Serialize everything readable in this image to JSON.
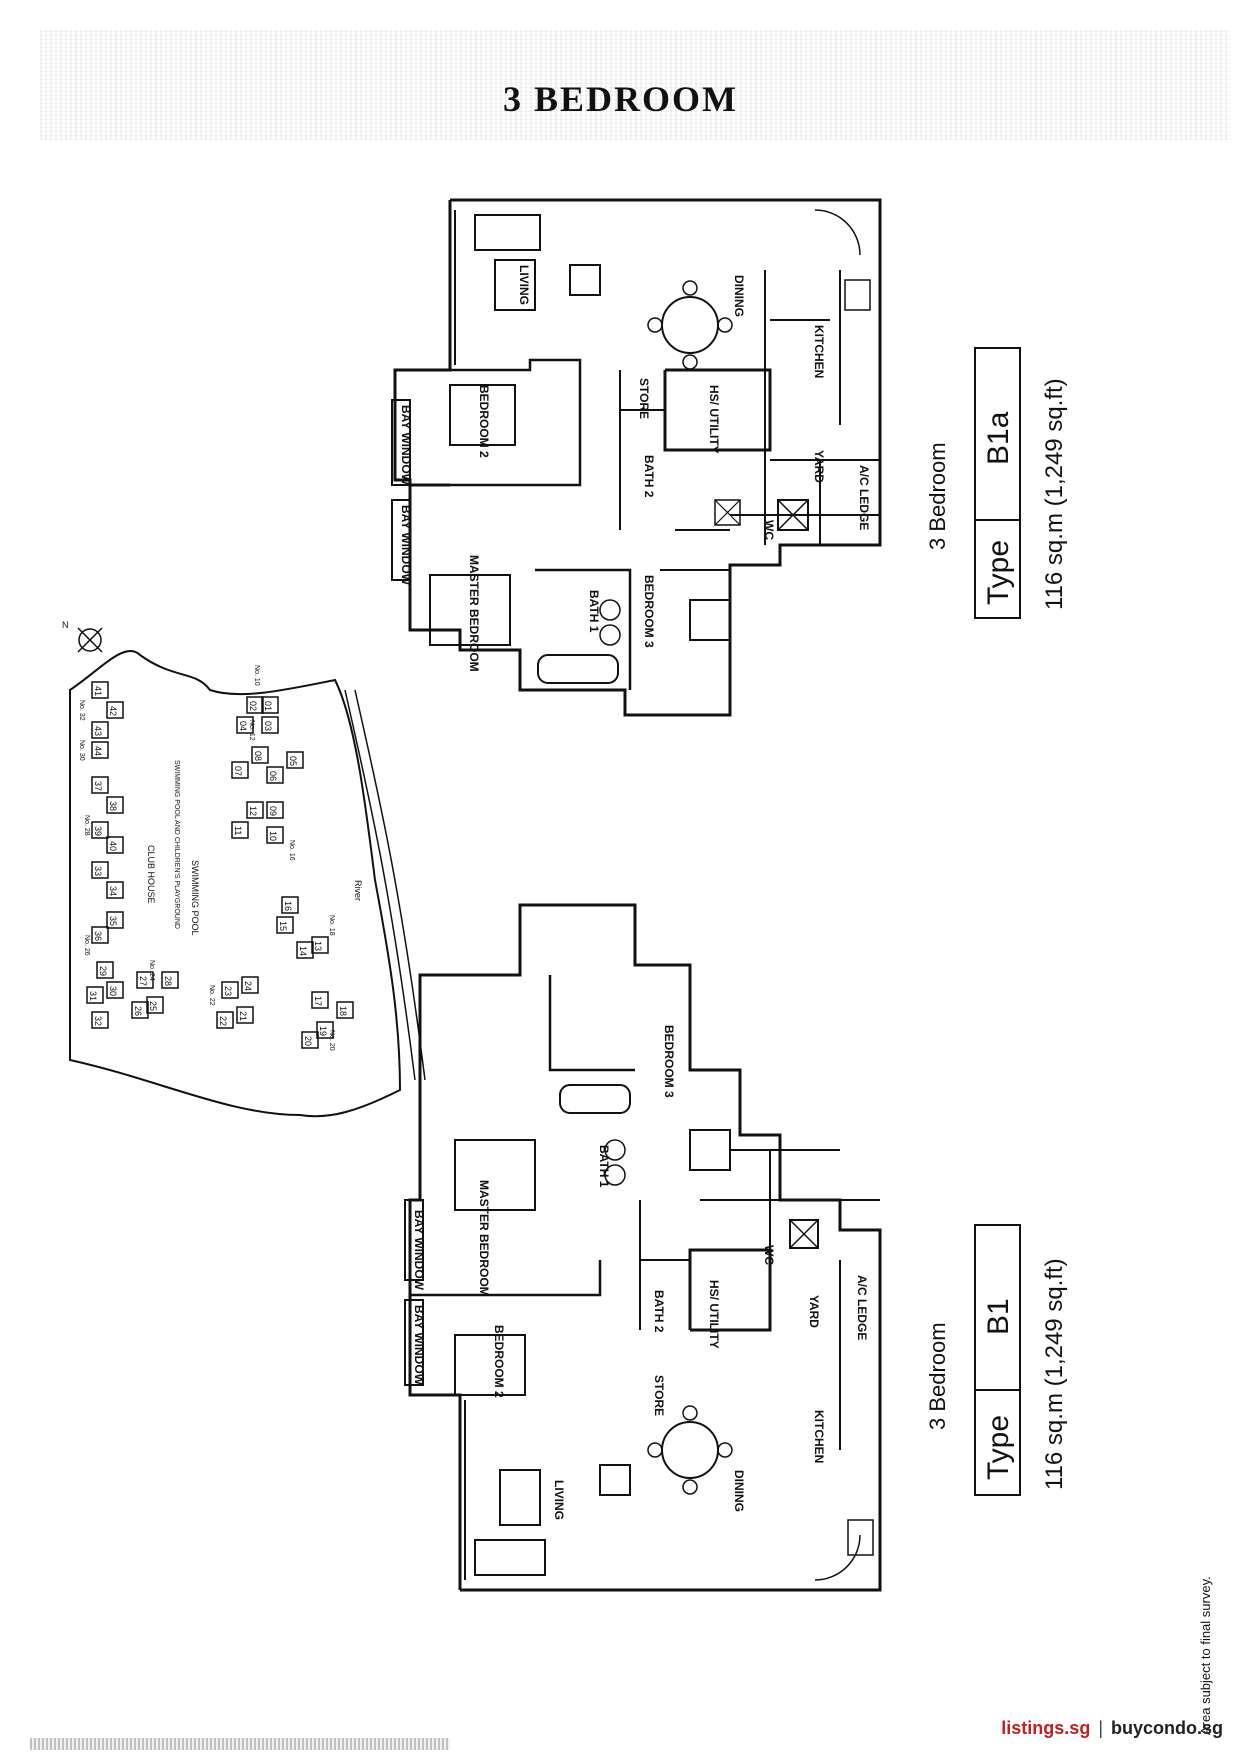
{
  "page_title": "3 BEDROOM",
  "site_plan": {
    "blocks": [
      "01",
      "02",
      "03",
      "04",
      "05",
      "06",
      "07",
      "08",
      "09",
      "10",
      "11",
      "12",
      "13",
      "14",
      "15",
      "16",
      "17",
      "18",
      "19",
      "20",
      "21",
      "22",
      "23",
      "24",
      "25",
      "26",
      "27",
      "28",
      "29",
      "30",
      "31",
      "32",
      "33",
      "34",
      "35",
      "36",
      "37",
      "38",
      "39",
      "40",
      "41",
      "42",
      "43",
      "44"
    ],
    "labels": {
      "river": "River",
      "club_house": "CLUB HOUSE",
      "swimming_pool": "SWIMMING POOL",
      "pool_playground": "SWIMMING POOL AND CHILDREN'S PLAYGROUND"
    },
    "street_numbers": [
      "No. 10",
      "No. 12",
      "No. 16",
      "No. 18",
      "No. 20",
      "No. 22",
      "No. 24",
      "No. 26",
      "No. 28",
      "No. 30",
      "No. 32"
    ],
    "north_label": "N"
  },
  "plans": [
    {
      "id": "b1a",
      "rooms": {
        "living": "LIVING",
        "dining": "DINING",
        "kitchen": "KITCHEN",
        "store": "STORE",
        "hs_utility": "HS/ UTILITY",
        "bedroom2": "BEDROOM 2",
        "bath2": "BATH 2",
        "yard": "YARD",
        "ac_ledge": "A/C LEDGE",
        "wc": "WC",
        "bay_window_1": "BAY WINDOW",
        "bay_window_2": "BAY WINDOW",
        "master_bedroom": "MASTER BEDROOM",
        "bath1": "BATH 1",
        "bedroom3": "BEDROOM 3"
      },
      "caption": "3 Bedroom",
      "type_label": "Type",
      "type_value": "B1a",
      "area": "116 sq.m (1,249 sq.ft)"
    },
    {
      "id": "b1",
      "rooms": {
        "living": "LIVING",
        "dining": "DINING",
        "kitchen": "KITCHEN",
        "store": "STORE",
        "hs_utility": "HS/ UTILITY",
        "bedroom2": "BEDROOM 2",
        "bath2": "BATH 2",
        "yard": "YARD",
        "ac_ledge": "A/C LEDGE",
        "wc": "WC",
        "bay_window_1": "BAY WINDOW",
        "bay_window_2": "BAY WINDOW",
        "master_bedroom": "MASTER BEDROOM",
        "bath1": "BATH 1",
        "bedroom3": "BEDROOM 3"
      },
      "caption": "3 Bedroom",
      "type_label": "Type",
      "type_value": "B1",
      "area": "116 sq.m (1,249 sq.ft)"
    }
  ],
  "footer": {
    "brand_a": "listings.sg",
    "separator": "|",
    "brand_b": "buycondo.sg",
    "note": "Area subject to final survey."
  }
}
